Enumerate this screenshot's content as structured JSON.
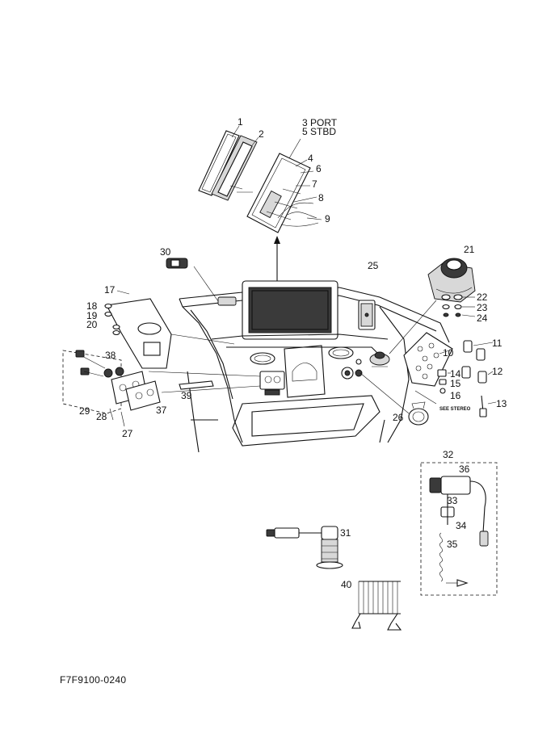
{
  "document_code": "F7F9100-0240",
  "parts": [
    {
      "id": "p1",
      "text": "1"
    },
    {
      "id": "p2",
      "text": "2"
    },
    {
      "id": "p3",
      "text": "3 PORT"
    },
    {
      "id": "p5",
      "text": "5 STBD"
    },
    {
      "id": "p4",
      "text": "4"
    },
    {
      "id": "p6",
      "text": "6"
    },
    {
      "id": "p7",
      "text": "7"
    },
    {
      "id": "p8",
      "text": "8"
    },
    {
      "id": "p9",
      "text": "9"
    },
    {
      "id": "p10",
      "text": "10"
    },
    {
      "id": "p11",
      "text": "11"
    },
    {
      "id": "p12",
      "text": "12"
    },
    {
      "id": "p13",
      "text": "13"
    },
    {
      "id": "p14",
      "text": "14"
    },
    {
      "id": "p15",
      "text": "15"
    },
    {
      "id": "p16",
      "text": "16"
    },
    {
      "id": "p17",
      "text": "17"
    },
    {
      "id": "p18",
      "text": "18"
    },
    {
      "id": "p19",
      "text": "19"
    },
    {
      "id": "p20",
      "text": "20"
    },
    {
      "id": "p21",
      "text": "21"
    },
    {
      "id": "p22",
      "text": "22"
    },
    {
      "id": "p23",
      "text": "23"
    },
    {
      "id": "p24",
      "text": "24"
    },
    {
      "id": "p25",
      "text": "25"
    },
    {
      "id": "p26",
      "text": "26"
    },
    {
      "id": "p27",
      "text": "27"
    },
    {
      "id": "p28",
      "text": "28"
    },
    {
      "id": "p29",
      "text": "29"
    },
    {
      "id": "p30",
      "text": "30"
    },
    {
      "id": "p31",
      "text": "31"
    },
    {
      "id": "p32",
      "text": "32"
    },
    {
      "id": "p33",
      "text": "33"
    },
    {
      "id": "p34",
      "text": "34"
    },
    {
      "id": "p35",
      "text": "35"
    },
    {
      "id": "p36",
      "text": "36"
    },
    {
      "id": "p37",
      "text": "37"
    },
    {
      "id": "p38",
      "text": "38"
    },
    {
      "id": "p39",
      "text": "39"
    },
    {
      "id": "p40",
      "text": "40"
    }
  ],
  "note_see_stereo": "SEE STEREO"
}
